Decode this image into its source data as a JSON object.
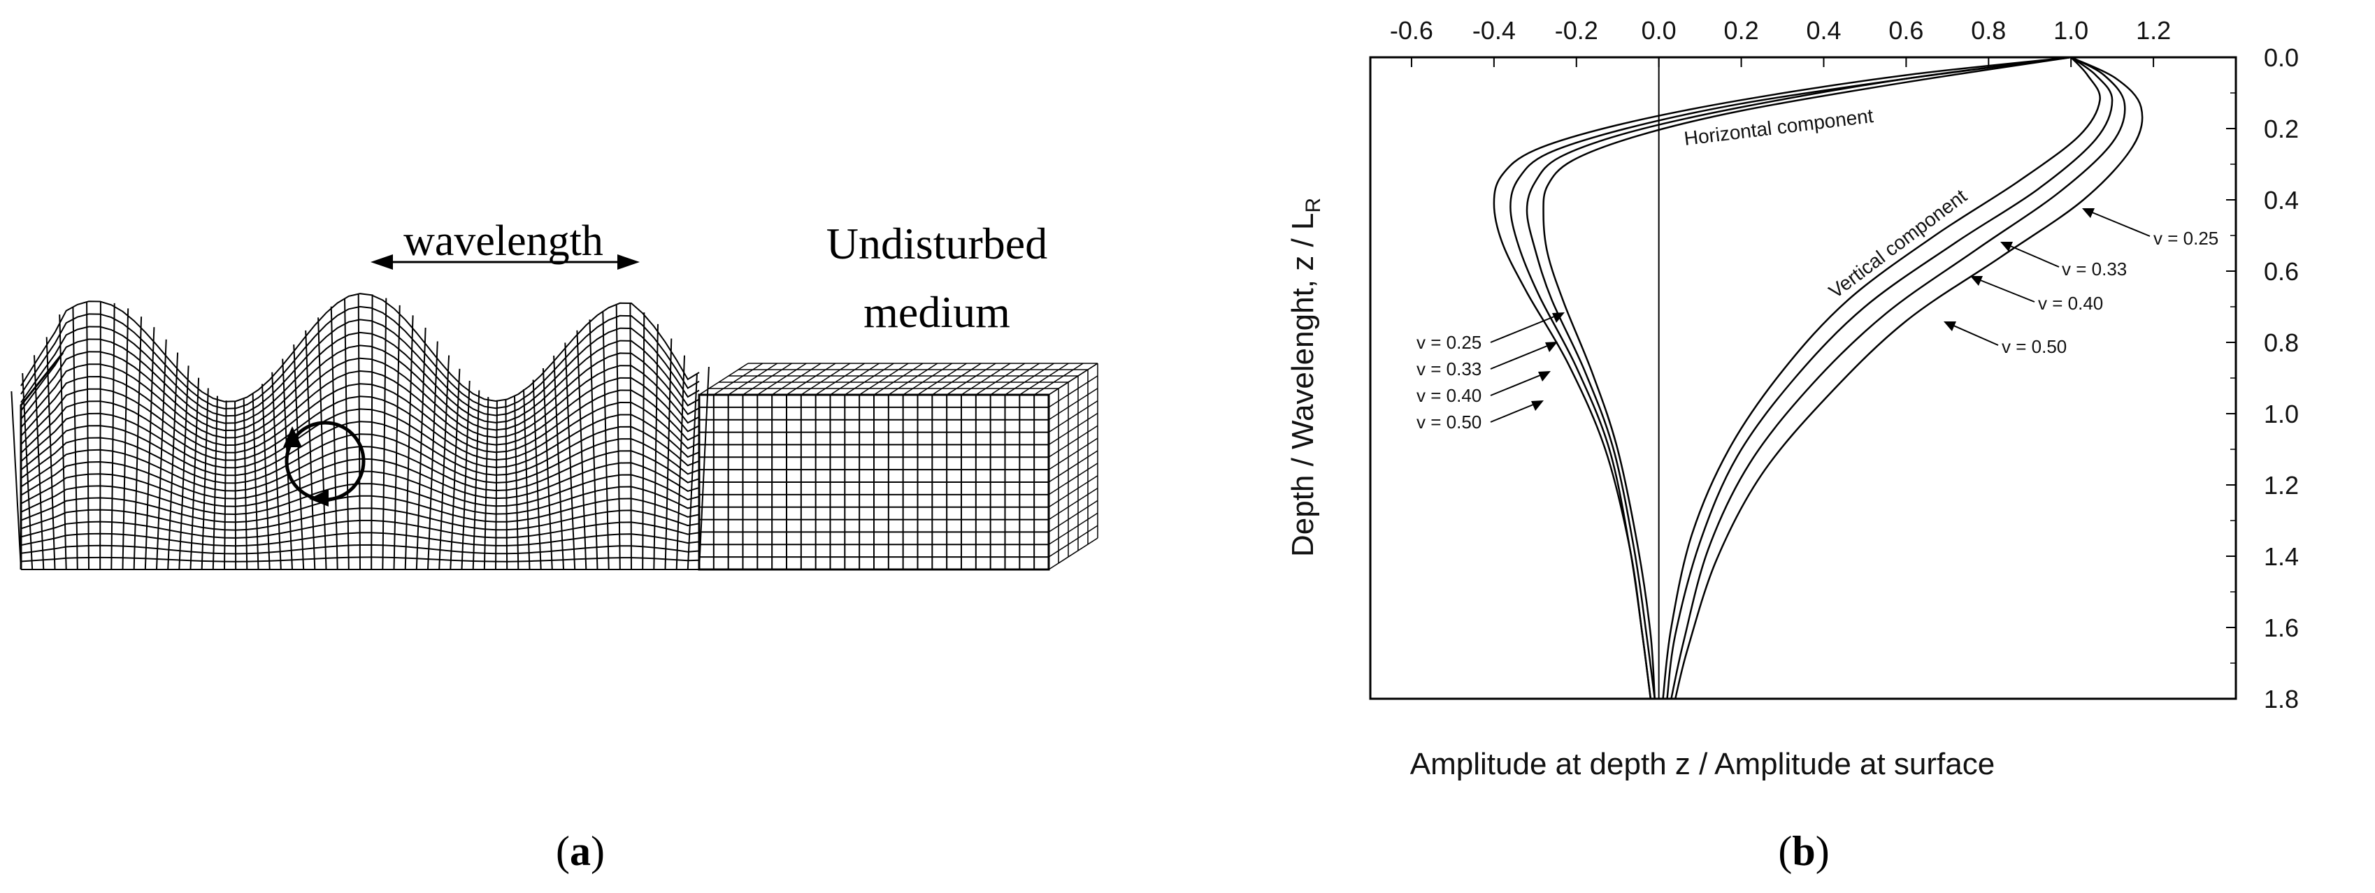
{
  "panel_a": {
    "caption_open": "(",
    "caption_letter": "a",
    "caption_close": ")",
    "wavelength_label": "wavelength",
    "undisturbed_line1": "Undisturbed",
    "undisturbed_line2": "medium"
  },
  "panel_b": {
    "caption_open": "(",
    "caption_letter": "b",
    "caption_close": ")"
  },
  "chart_data": {
    "type": "line",
    "title": "",
    "xlabel": "Amplitude at depth z / Amplitude at surface",
    "ylabel": "Depth / Wavelenght, z / L",
    "ylabel_sub": "R",
    "xlim": [
      -0.7,
      1.4
    ],
    "ylim": [
      0.0,
      1.8
    ],
    "y_inverted": true,
    "x_axis_position": "top",
    "y_axis_position": "right",
    "grid": false,
    "x_ticks": [
      "-0.6",
      "-0.4",
      "-0.2",
      "0.0",
      "0.2",
      "0.4",
      "0.6",
      "0.8",
      "1.0",
      "1.2"
    ],
    "y_ticks": [
      "0.0",
      "0.2",
      "0.4",
      "0.6",
      "0.8",
      "1.0",
      "1.2",
      "1.4",
      "1.6",
      "1.8"
    ],
    "annotations": {
      "horizontal": "Horizontal component",
      "vertical": "Vertical component"
    },
    "legend_labels": {
      "h_025": "v = 0.25",
      "h_033": "v = 0.33",
      "h_040": "v = 0.40",
      "h_050": "v = 0.50",
      "v_025": "v = 0.25",
      "v_033": "v = 0.33",
      "v_040": "v = 0.40",
      "v_050": "v = 0.50"
    },
    "series": [
      {
        "name": "v = 0.25",
        "component": "horizontal",
        "x": [
          1.0,
          0.6,
          0.2,
          -0.1,
          -0.3,
          -0.38,
          -0.4,
          -0.38,
          -0.32,
          -0.22,
          -0.13,
          -0.07,
          -0.04,
          -0.02
        ],
        "y": [
          0.0,
          0.05,
          0.12,
          0.19,
          0.26,
          0.33,
          0.41,
          0.52,
          0.66,
          0.86,
          1.1,
          1.38,
          1.62,
          1.8
        ]
      },
      {
        "name": "v = 0.33",
        "component": "horizontal",
        "x": [
          1.0,
          0.6,
          0.2,
          -0.08,
          -0.27,
          -0.34,
          -0.36,
          -0.34,
          -0.29,
          -0.2,
          -0.12,
          -0.07,
          -0.04,
          -0.02
        ],
        "y": [
          0.0,
          0.06,
          0.13,
          0.2,
          0.27,
          0.34,
          0.42,
          0.53,
          0.67,
          0.87,
          1.1,
          1.38,
          1.62,
          1.8
        ]
      },
      {
        "name": "v = 0.40",
        "component": "horizontal",
        "x": [
          1.0,
          0.6,
          0.2,
          -0.07,
          -0.24,
          -0.3,
          -0.32,
          -0.3,
          -0.26,
          -0.18,
          -0.11,
          -0.06,
          -0.03,
          -0.01
        ],
        "y": [
          0.0,
          0.06,
          0.14,
          0.21,
          0.28,
          0.35,
          0.43,
          0.54,
          0.68,
          0.88,
          1.1,
          1.38,
          1.62,
          1.8
        ]
      },
      {
        "name": "v = 0.50",
        "component": "horizontal",
        "x": [
          1.0,
          0.6,
          0.2,
          -0.05,
          -0.21,
          -0.27,
          -0.28,
          -0.27,
          -0.23,
          -0.16,
          -0.1,
          -0.05,
          -0.02,
          -0.01
        ],
        "y": [
          0.0,
          0.07,
          0.15,
          0.22,
          0.29,
          0.36,
          0.44,
          0.55,
          0.69,
          0.89,
          1.1,
          1.38,
          1.62,
          1.8
        ]
      },
      {
        "name": "v = 0.25",
        "component": "vertical",
        "x": [
          1.0,
          1.04,
          1.07,
          1.02,
          0.87,
          0.67,
          0.46,
          0.3,
          0.17,
          0.08,
          0.03,
          0.01
        ],
        "y": [
          0.0,
          0.05,
          0.12,
          0.22,
          0.35,
          0.5,
          0.68,
          0.88,
          1.1,
          1.34,
          1.6,
          1.8
        ]
      },
      {
        "name": "v = 0.33",
        "component": "vertical",
        "x": [
          1.0,
          1.06,
          1.1,
          1.06,
          0.92,
          0.72,
          0.5,
          0.33,
          0.19,
          0.1,
          0.04,
          0.02
        ],
        "y": [
          0.0,
          0.05,
          0.12,
          0.23,
          0.37,
          0.52,
          0.7,
          0.9,
          1.12,
          1.36,
          1.62,
          1.8
        ]
      },
      {
        "name": "v = 0.40",
        "component": "vertical",
        "x": [
          1.0,
          1.08,
          1.13,
          1.1,
          0.97,
          0.77,
          0.55,
          0.37,
          0.22,
          0.12,
          0.06,
          0.03
        ],
        "y": [
          0.0,
          0.05,
          0.13,
          0.24,
          0.38,
          0.54,
          0.72,
          0.92,
          1.14,
          1.38,
          1.64,
          1.8
        ]
      },
      {
        "name": "v = 0.50",
        "component": "vertical",
        "x": [
          1.0,
          1.11,
          1.17,
          1.15,
          1.03,
          0.83,
          0.6,
          0.41,
          0.25,
          0.14,
          0.07,
          0.04
        ],
        "y": [
          0.0,
          0.06,
          0.14,
          0.25,
          0.4,
          0.56,
          0.74,
          0.95,
          1.17,
          1.41,
          1.66,
          1.8
        ]
      }
    ]
  }
}
